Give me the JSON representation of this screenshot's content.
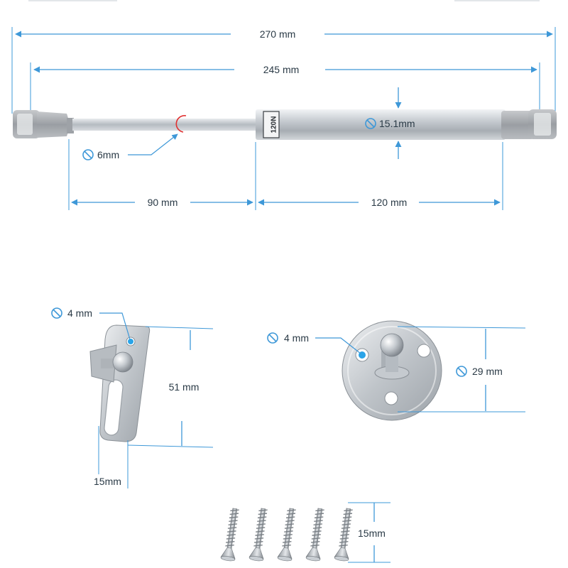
{
  "gas_spring": {
    "total_length": "270 mm",
    "center_length": "245 mm",
    "rod_diameter": "6mm",
    "body_diameter": "15.1mm",
    "rod_length": "90 mm",
    "body_length": "120 mm",
    "force_label": "120N"
  },
  "bracket_l": {
    "hole_diameter": "4 mm",
    "height": "51 mm",
    "width": "15mm"
  },
  "bracket_round": {
    "hole_diameter": "4 mm",
    "diameter": "29 mm"
  },
  "screws": {
    "count": 5,
    "length": "15mm"
  },
  "colors": {
    "dimension": "#3e98d8",
    "hole_marker": "#2aa4e8",
    "rod_marker": "#e03030",
    "text": "#2a3a46"
  }
}
